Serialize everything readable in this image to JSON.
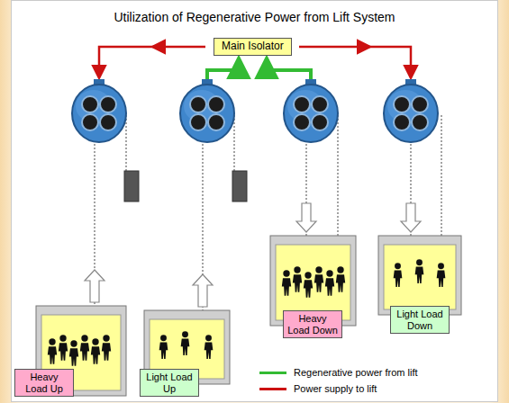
{
  "diagram": {
    "title": "Utilization of Regenerative Power from Lift System",
    "nodes": [
      {
        "text": [
          "Main Isolator"
        ]
      },
      {
        "text": [
          "Heavy Load Up"
        ]
      },
      {
        "text": [
          "Light Load Up"
        ]
      },
      {
        "text": [
          "Heavy Load Down"
        ]
      },
      {
        "text": [
          "Light Load Down"
        ]
      }
    ],
    "legend": [
      {
        "text": "Regenerative power from lift",
        "color": "#33bb33"
      },
      {
        "text": "Power supply to lift",
        "color": "#cc1111"
      }
    ]
  }
}
